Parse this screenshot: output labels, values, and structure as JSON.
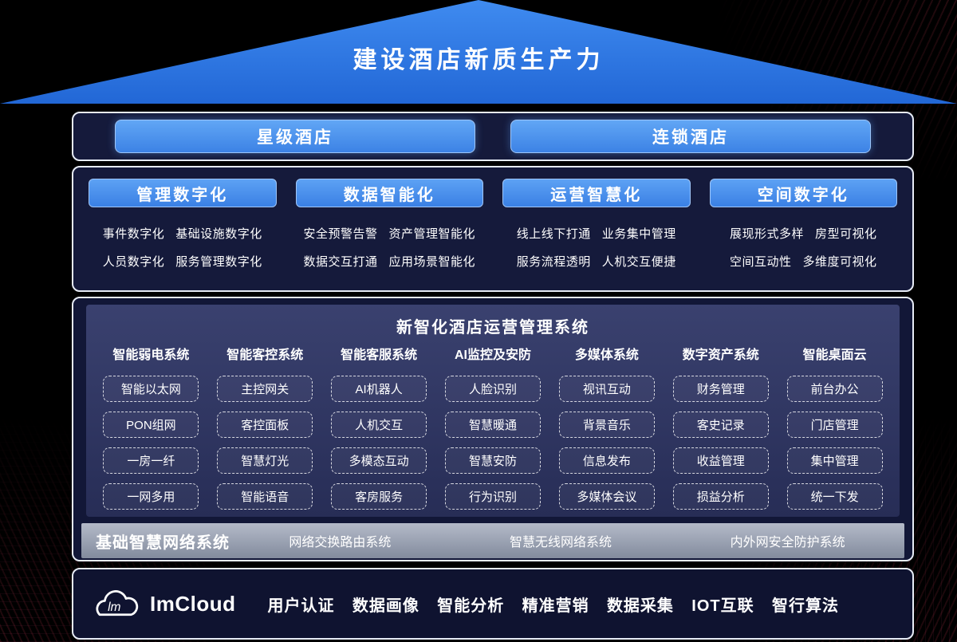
{
  "roof": {
    "title": "建设酒店新质生产力"
  },
  "hotel_types": {
    "left": "星级酒店",
    "right": "连锁酒店"
  },
  "pillars": [
    {
      "title": "管理数字化",
      "rows": [
        [
          "事件数字化",
          "基础设施数字化"
        ],
        [
          "人员数字化",
          "服务管理数字化"
        ]
      ]
    },
    {
      "title": "数据智能化",
      "rows": [
        [
          "安全预警告警",
          "资产管理智能化"
        ],
        [
          "数据交互打通",
          "应用场景智能化"
        ]
      ]
    },
    {
      "title": "运营智慧化",
      "rows": [
        [
          "线上线下打通",
          "业务集中管理"
        ],
        [
          "服务流程透明",
          "人机交互便捷"
        ]
      ]
    },
    {
      "title": "空间数字化",
      "rows": [
        [
          "展现形式多样",
          "房型可视化"
        ],
        [
          "空间互动性",
          "多维度可视化"
        ]
      ]
    }
  ],
  "system": {
    "title": "新智化酒店运营管理系统",
    "columns": [
      {
        "header": "智能弱电系统",
        "items": [
          "智能以太网",
          "PON组网",
          "一房一纤",
          "一网多用"
        ]
      },
      {
        "header": "智能客控系统",
        "items": [
          "主控网关",
          "客控面板",
          "智慧灯光",
          "智能语音"
        ]
      },
      {
        "header": "智能客服系统",
        "items": [
          "AI机器人",
          "人机交互",
          "多模态互动",
          "客房服务"
        ]
      },
      {
        "header": "AI监控及安防",
        "items": [
          "人脸识别",
          "智慧暖通",
          "智慧安防",
          "行为识别"
        ]
      },
      {
        "header": "多媒体系统",
        "items": [
          "视讯互动",
          "背景音乐",
          "信息发布",
          "多媒体会议"
        ]
      },
      {
        "header": "数字资产系统",
        "items": [
          "财务管理",
          "客史记录",
          "收益管理",
          "损益分析"
        ]
      },
      {
        "header": "智能桌面云",
        "items": [
          "前台办公",
          "门店管理",
          "集中管理",
          "统一下发"
        ]
      }
    ]
  },
  "network": {
    "title": "基础智慧网络系统",
    "items": [
      "网络交换路由系统",
      "智慧无线网络系统",
      "内外网安全防护系统"
    ]
  },
  "footer": {
    "brand": "ImCloud",
    "logo_glyph": "lm",
    "items": [
      "用户认证",
      "数据画像",
      "智能分析",
      "精准营销",
      "数据采集",
      "IOT互联",
      "智行算法"
    ]
  },
  "colors": {
    "roof_blue": "#2b79e8",
    "button_blue": "#4a94ef",
    "panel_indigo": "#2f3560",
    "bar_gray": "#98a0b0",
    "bg_navy": "#151a3b"
  }
}
